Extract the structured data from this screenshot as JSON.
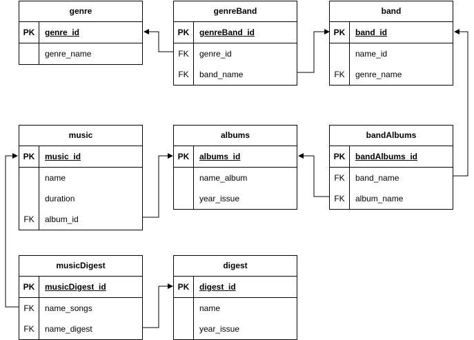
{
  "tables": {
    "genre": {
      "title": "genre",
      "rows": [
        {
          "key": "PK",
          "name": "genre_id",
          "pk": true
        },
        {
          "key": "",
          "name": "genre_name",
          "pk": false
        }
      ]
    },
    "genreBand": {
      "title": "genreBand",
      "rows": [
        {
          "key": "PK",
          "name": "genreBand_id",
          "pk": true
        },
        {
          "key": "FK",
          "name": "genre_id",
          "pk": false
        },
        {
          "key": "FK",
          "name": "band_name",
          "pk": false
        }
      ]
    },
    "band": {
      "title": "band",
      "rows": [
        {
          "key": "PK",
          "name": "band_id",
          "pk": true
        },
        {
          "key": "",
          "name": "name_id",
          "pk": false
        },
        {
          "key": "FK",
          "name": "genre_name",
          "pk": false
        }
      ]
    },
    "music": {
      "title": "music",
      "rows": [
        {
          "key": "PK",
          "name": "music_id",
          "pk": true
        },
        {
          "key": "",
          "name": "name",
          "pk": false
        },
        {
          "key": "",
          "name": "duration",
          "pk": false
        },
        {
          "key": "FK",
          "name": "album_id",
          "pk": false
        }
      ]
    },
    "albums": {
      "title": "albums",
      "rows": [
        {
          "key": "PK",
          "name": "albums_id",
          "pk": true
        },
        {
          "key": "",
          "name": "name_album",
          "pk": false
        },
        {
          "key": "",
          "name": "year_issue",
          "pk": false
        }
      ]
    },
    "bandAlbums": {
      "title": "bandAlbums",
      "rows": [
        {
          "key": "PK",
          "name": "bandAlbums_id",
          "pk": true
        },
        {
          "key": "FK",
          "name": "band_name",
          "pk": false
        },
        {
          "key": "FK",
          "name": "album_name",
          "pk": false
        }
      ]
    },
    "musicDigest": {
      "title": "musicDigest",
      "rows": [
        {
          "key": "PK",
          "name": "musicDigest_id",
          "pk": true
        },
        {
          "key": "FK",
          "name": "name_songs",
          "pk": false
        },
        {
          "key": "FK",
          "name": "name_digest",
          "pk": false
        }
      ]
    },
    "digest": {
      "title": "digest",
      "rows": [
        {
          "key": "PK",
          "name": "digest_id",
          "pk": true
        },
        {
          "key": "",
          "name": "name",
          "pk": false
        },
        {
          "key": "",
          "name": "year_issue",
          "pk": false
        }
      ]
    }
  },
  "relations": [
    {
      "from": "genreBand.genre_id",
      "to": "genre.genre_id"
    },
    {
      "from": "genreBand.band_name",
      "to": "band.band_id"
    },
    {
      "from": "bandAlbums.band_name",
      "to": "band.band_id"
    },
    {
      "from": "bandAlbums.album_name",
      "to": "albums.albums_id"
    },
    {
      "from": "music.album_id",
      "to": "albums.albums_id"
    },
    {
      "from": "musicDigest.name_songs",
      "to": "music.music_id"
    },
    {
      "from": "musicDigest.name_digest",
      "to": "digest.digest_id"
    }
  ]
}
